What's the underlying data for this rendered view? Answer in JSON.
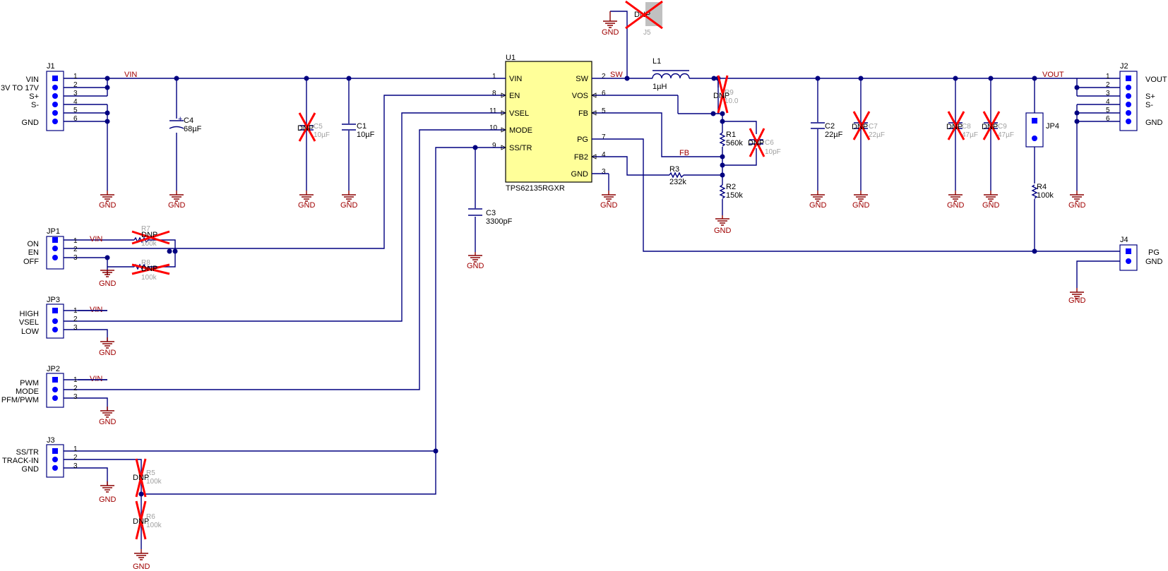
{
  "ic": {
    "ref": "U1",
    "part": "TPS62135RGXR",
    "left_pins": [
      "VIN",
      "EN",
      "VSEL",
      "MODE",
      "SS/TR"
    ],
    "left_nums": [
      "1",
      "8",
      "11",
      "10",
      "9"
    ],
    "right_pins": [
      "SW",
      "VOS",
      "FB",
      "PG",
      "FB2",
      "GND"
    ],
    "right_nums": [
      "2",
      "6",
      "5",
      "7",
      "4",
      "3"
    ]
  },
  "connectors": {
    "j1": {
      "ref": "J1",
      "labels": [
        "VIN",
        "3V TO 17V",
        "S+",
        "S-",
        "GND"
      ],
      "pins": [
        "1",
        "2",
        "3",
        "4",
        "5",
        "6"
      ]
    },
    "j2": {
      "ref": "J2",
      "labels": [
        "VOUT",
        "S+",
        "S-",
        "GND"
      ],
      "pins": [
        "1",
        "2",
        "3",
        "4",
        "5",
        "6"
      ]
    },
    "jp1": {
      "ref": "JP1",
      "labels": [
        "ON",
        "EN",
        "OFF"
      ],
      "pins": [
        "1",
        "2",
        "3"
      ]
    },
    "jp3": {
      "ref": "JP3",
      "labels": [
        "HIGH",
        "VSEL",
        "LOW"
      ],
      "pins": [
        "1",
        "2",
        "3"
      ]
    },
    "jp2": {
      "ref": "JP2",
      "labels": [
        "PWM",
        "MODE",
        "PFM/PWM"
      ],
      "pins": [
        "1",
        "2",
        "3"
      ]
    },
    "j3": {
      "ref": "J3",
      "labels": [
        "SS/TR",
        "TRACK-IN",
        "GND"
      ],
      "pins": [
        "1",
        "2",
        "3"
      ]
    },
    "j4": {
      "ref": "J4",
      "labels": [
        "PG",
        "GND"
      ]
    },
    "jp4": {
      "ref": "JP4"
    },
    "j5": {
      "ref": "J5",
      "dnp": "DNP"
    }
  },
  "nets": {
    "vin": "VIN",
    "sw": "SW",
    "vout": "VOUT",
    "fb": "FB",
    "gnd": "GND"
  },
  "components": {
    "c4": {
      "ref": "C4",
      "value": "68µF",
      "polarity": "+"
    },
    "c5": {
      "ref": "C5",
      "value": "10µF",
      "dnp": "DNP"
    },
    "c1": {
      "ref": "C1",
      "value": "10µF"
    },
    "c3": {
      "ref": "C3",
      "value": "3300pF"
    },
    "l1": {
      "ref": "L1",
      "value": "1µH"
    },
    "r9": {
      "ref": "R9",
      "value": "10.0",
      "dnp": "DNP"
    },
    "r1": {
      "ref": "R1",
      "value": "560k"
    },
    "c6": {
      "ref": "C6",
      "value": "10pF",
      "dnp": "DNP"
    },
    "r3": {
      "ref": "R3",
      "value": "232k"
    },
    "r2": {
      "ref": "R2",
      "value": "150k"
    },
    "c2": {
      "ref": "C2",
      "value": "22µF"
    },
    "c7": {
      "ref": "C7",
      "value": "22µF",
      "dnp": "DNP"
    },
    "c8": {
      "ref": "C8",
      "value": "47µF",
      "dnp": "DNP"
    },
    "c9": {
      "ref": "C9",
      "value": "47µF",
      "dnp": "DNP"
    },
    "r4": {
      "ref": "R4",
      "value": "100k"
    },
    "r7": {
      "ref": "R7",
      "value": "100k",
      "dnp": "DNP"
    },
    "r8": {
      "ref": "R8",
      "value": "100k",
      "dnp": "DNP"
    },
    "r5": {
      "ref": "R5",
      "value": "100k",
      "dnp": "DNP"
    },
    "r6": {
      "ref": "R6",
      "value": "100k",
      "dnp": "DNP"
    }
  },
  "colors": {
    "wire": "#000080",
    "net_label": "#a00000",
    "gnd": "#8b0000",
    "ic_fill": "#ffff99",
    "dnp_x": "#ff0000",
    "dnp_text": "#a0a0a0",
    "connector_pin": "#0000ff"
  }
}
